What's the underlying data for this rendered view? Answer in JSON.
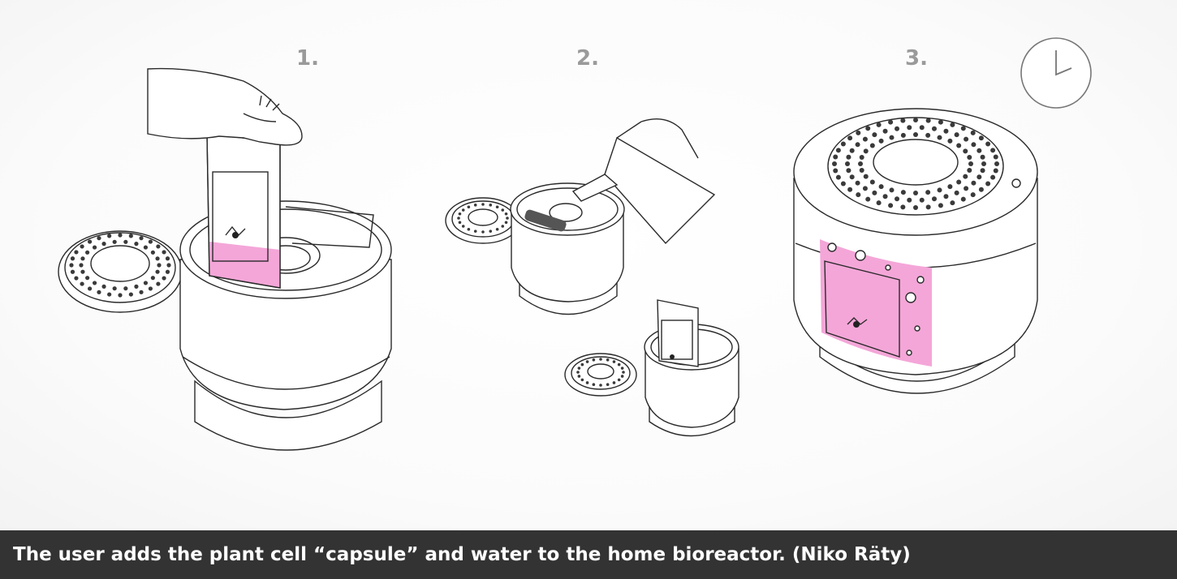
{
  "steps": [
    {
      "number": "1."
    },
    {
      "number": "2."
    },
    {
      "number": "3."
    }
  ],
  "caption": "The user adds the plant cell “capsule” and water to the home bioreactor. (Niko Räty)",
  "colors": {
    "capsule_pink": "#f4a6d8",
    "caption_bar": "#333333",
    "step_number": "#9a9a9a"
  },
  "icons": [
    "clock-icon"
  ]
}
